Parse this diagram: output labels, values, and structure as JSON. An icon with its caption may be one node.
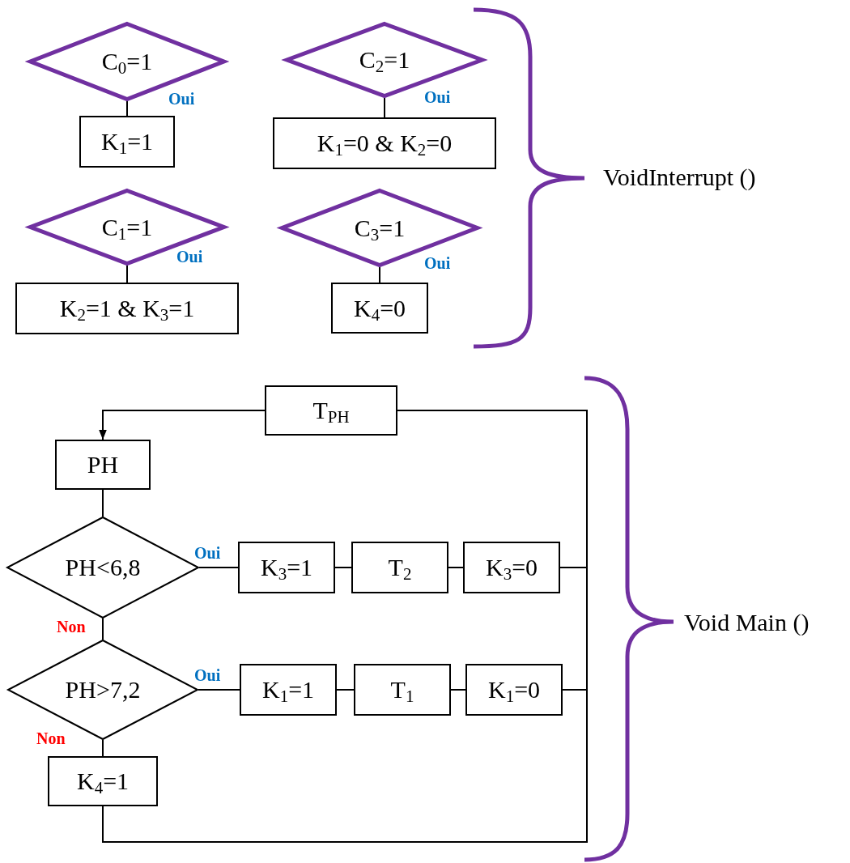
{
  "diagram": {
    "nodes": [
      {
        "text": [
          "C$_{0}$=1"
        ]
      },
      {
        "text": [
          "K$_{1}$=1"
        ]
      },
      {
        "text": [
          "C$_{2}$=1"
        ]
      },
      {
        "text": [
          "K$_{1}$=0 & K$_{2}$=0"
        ]
      },
      {
        "text": [
          "C$_{1}$=1"
        ]
      },
      {
        "text": [
          "K$_{2}$=1 & K$_{3}$=1"
        ]
      },
      {
        "text": [
          "C$_{3}$=1"
        ]
      },
      {
        "text": [
          "K$_{4}$=0"
        ]
      },
      {
        "text": [
          "T$_{PH}$"
        ]
      },
      {
        "text": [
          "PH"
        ]
      },
      {
        "text": [
          "PH<6,8"
        ]
      },
      {
        "text": [
          "K$_{3}$=1"
        ]
      },
      {
        "text": [
          "T$_{2}$"
        ]
      },
      {
        "text": [
          "K$_{3}$=0"
        ]
      },
      {
        "text": [
          "PH>7,2"
        ]
      },
      {
        "text": [
          "K$_{1}$=1"
        ]
      },
      {
        "text": [
          "T$_{1}$"
        ]
      },
      {
        "text": [
          "K$_{1}$=0"
        ]
      },
      {
        "text": [
          "K$_{4}$=1"
        ]
      }
    ],
    "edges": [
      {
        "from": 0,
        "to": 1,
        "arrow": "none",
        "label": "Oui"
      },
      {
        "from": 2,
        "to": 3,
        "arrow": "none",
        "label": "Oui"
      },
      {
        "from": 4,
        "to": 5,
        "arrow": "none",
        "label": "Oui"
      },
      {
        "from": 6,
        "to": 7,
        "arrow": "none",
        "label": "Oui"
      },
      {
        "from": 8,
        "to": 9,
        "arrow": "to"
      },
      {
        "from": 9,
        "to": 10,
        "arrow": "none"
      },
      {
        "from": 10,
        "to": 11,
        "arrow": "none",
        "label": "Oui"
      },
      {
        "from": 11,
        "to": 12,
        "arrow": "none"
      },
      {
        "from": 12,
        "to": 13,
        "arrow": "none"
      },
      {
        "from": 13,
        "to": 8,
        "arrow": "none"
      },
      {
        "from": 10,
        "to": 14,
        "arrow": "none",
        "label": "Non"
      },
      {
        "from": 14,
        "to": 15,
        "arrow": "none",
        "label": "Oui"
      },
      {
        "from": 15,
        "to": 16,
        "arrow": "none"
      },
      {
        "from": 16,
        "to": 17,
        "arrow": "none"
      },
      {
        "from": 17,
        "to": 8,
        "arrow": "none"
      },
      {
        "from": 14,
        "to": 18,
        "arrow": "none",
        "label": "Non"
      },
      {
        "from": 18,
        "to": 8,
        "arrow": "none"
      }
    ],
    "labels": [
      "VoidInterrupt ()",
      "Void Main ()"
    ]
  }
}
